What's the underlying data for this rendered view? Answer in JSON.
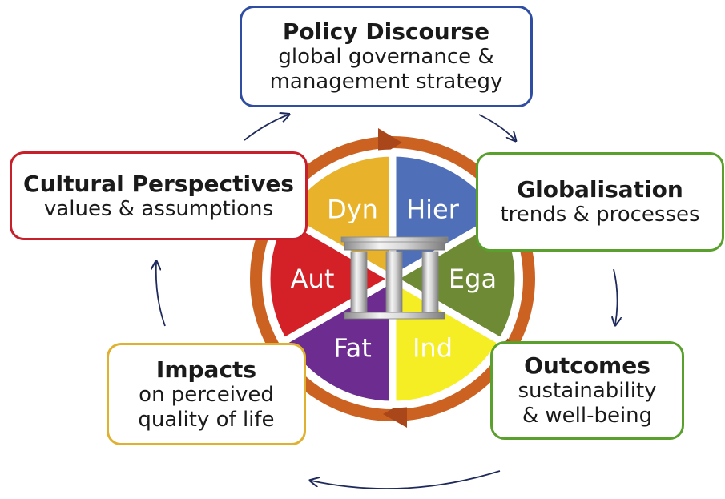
{
  "boxes": {
    "policy": {
      "title": "Policy Discourse",
      "lines": [
        "global governance &",
        "management strategy"
      ]
    },
    "global": {
      "title": "Globalisation",
      "lines": [
        "trends & processes"
      ]
    },
    "outcomes": {
      "title": "Outcomes",
      "lines": [
        "sustainability",
        "& well-being"
      ]
    },
    "impacts": {
      "title": "Impacts",
      "lines": [
        "on perceived",
        "quality of life"
      ]
    },
    "cultural": {
      "title": "Cultural Perspectives",
      "lines": [
        "values & assumptions"
      ]
    }
  },
  "segments": [
    {
      "label": "Hier",
      "color": "#4f6fb8"
    },
    {
      "label": "Ega",
      "color": "#6e8a35"
    },
    {
      "label": "Ind",
      "color": "#f5ee24"
    },
    {
      "label": "Fat",
      "color": "#6c2c90"
    },
    {
      "label": "Aut",
      "color": "#d42027"
    },
    {
      "label": "Dyn",
      "color": "#e8b32a"
    }
  ],
  "colors": {
    "ring": "#cc6222",
    "ring_dark": "#a9461a",
    "policy_border": "#2f4ea3",
    "global_border": "#5aa02c",
    "impacts_border": "#e0b030",
    "cultural_border": "#c8202a",
    "cycle_arrow": "#1f2a5c",
    "segment_text": "#ffffff"
  },
  "center_icon": "greek-columns-icon"
}
